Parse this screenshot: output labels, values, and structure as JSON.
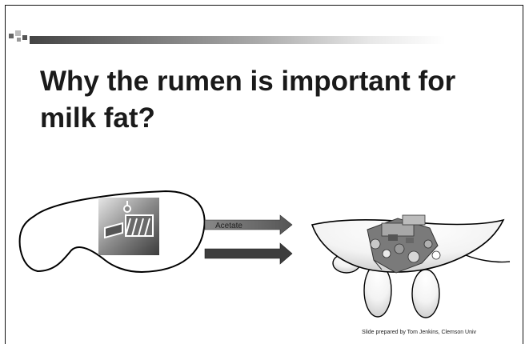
{
  "slide": {
    "title": "Why the rumen is important for milk fat?",
    "arrow_label": "Acetate",
    "credit": "Slide prepared by Tom Jenkins, Clemson Univ"
  }
}
